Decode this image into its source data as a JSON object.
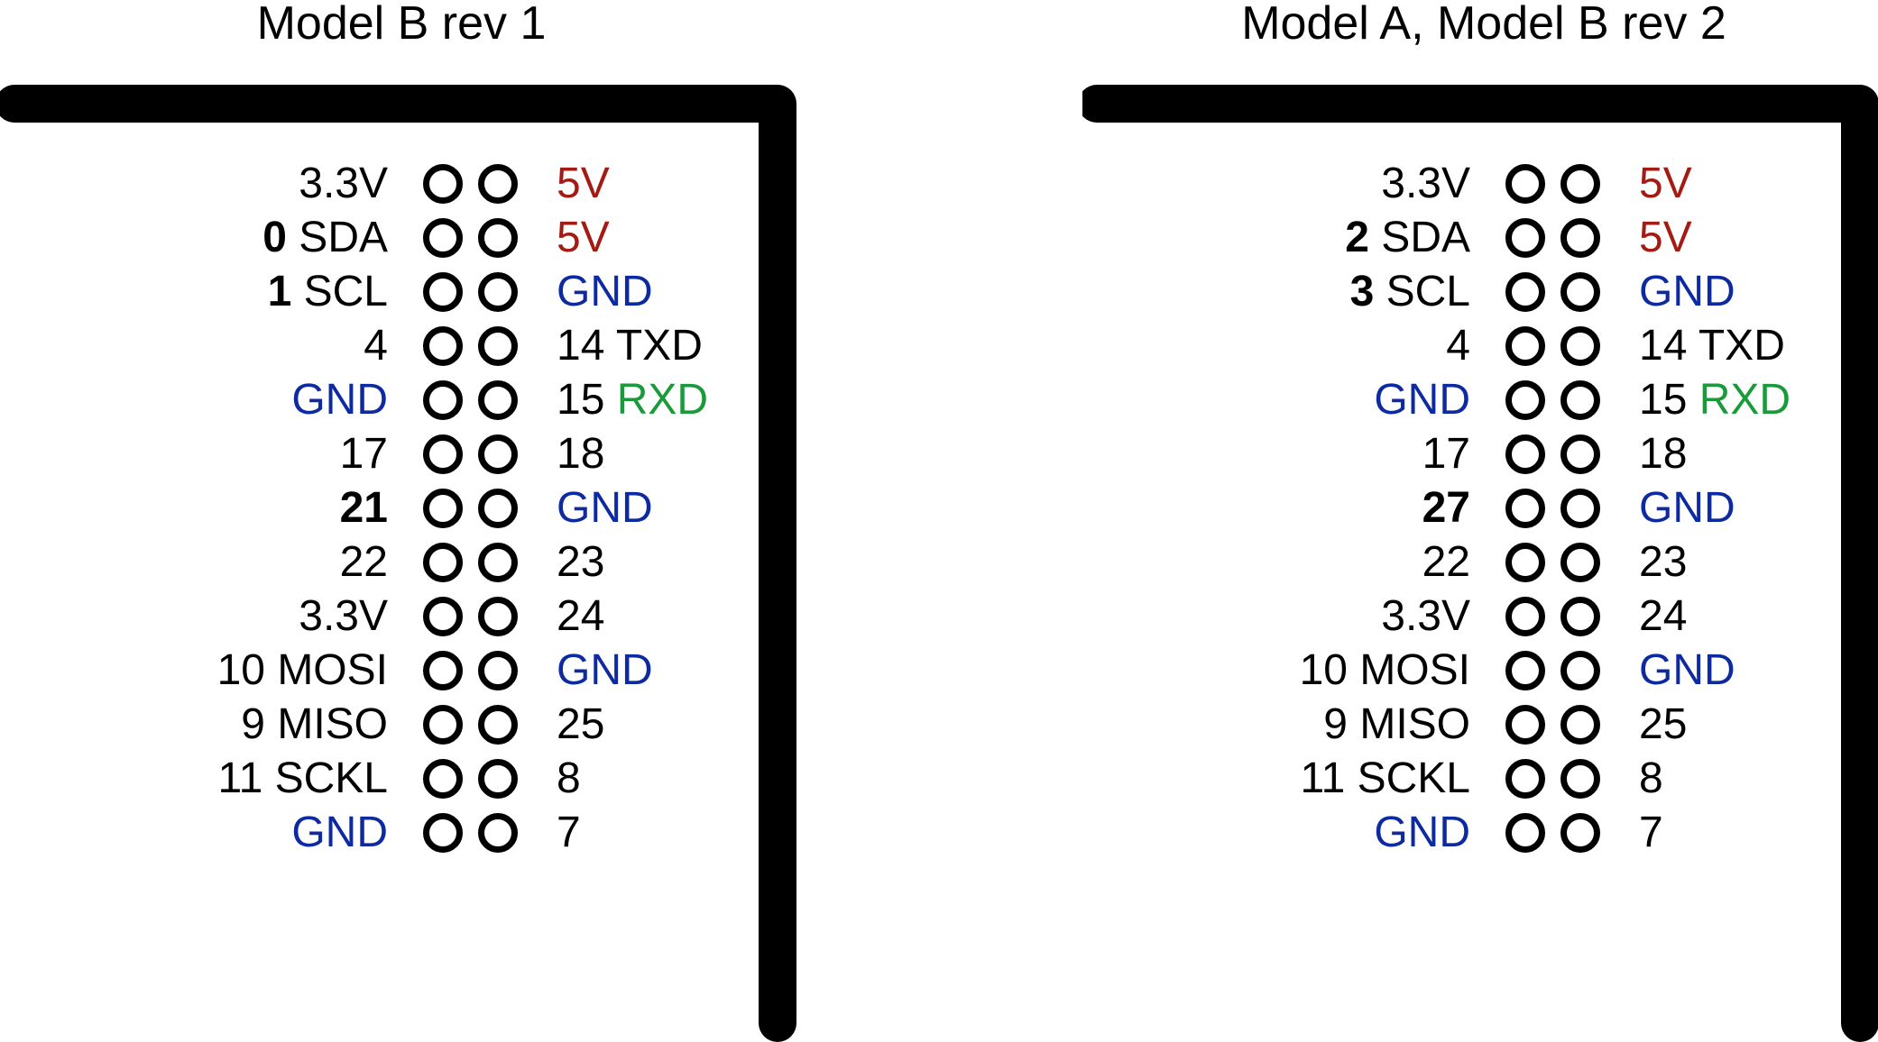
{
  "colors": {
    "default": "#000000",
    "power5v": "#a31b13",
    "gnd": "#0e2aa1",
    "rxd": "#1a9a3a"
  },
  "panels": [
    {
      "title": "Model B rev 1",
      "rows": [
        {
          "left": [
            {
              "t": "3.3V"
            }
          ],
          "right": [
            {
              "t": "5V",
              "c": "power5v"
            }
          ]
        },
        {
          "left": [
            {
              "t": "0",
              "b": true
            },
            {
              "t": " SDA"
            }
          ],
          "right": [
            {
              "t": "5V",
              "c": "power5v"
            }
          ]
        },
        {
          "left": [
            {
              "t": "1",
              "b": true
            },
            {
              "t": " SCL"
            }
          ],
          "right": [
            {
              "t": "GND",
              "c": "gnd"
            }
          ]
        },
        {
          "left": [
            {
              "t": "4"
            }
          ],
          "right": [
            {
              "t": "14 TXD"
            }
          ]
        },
        {
          "left": [
            {
              "t": "GND",
              "c": "gnd"
            }
          ],
          "right": [
            {
              "t": "15 "
            },
            {
              "t": "RXD",
              "c": "rxd"
            }
          ]
        },
        {
          "left": [
            {
              "t": "17"
            }
          ],
          "right": [
            {
              "t": "18"
            }
          ]
        },
        {
          "left": [
            {
              "t": "21",
              "b": true
            }
          ],
          "right": [
            {
              "t": "GND",
              "c": "gnd"
            }
          ]
        },
        {
          "left": [
            {
              "t": "22"
            }
          ],
          "right": [
            {
              "t": "23"
            }
          ]
        },
        {
          "left": [
            {
              "t": "3.3V"
            }
          ],
          "right": [
            {
              "t": "24"
            }
          ]
        },
        {
          "left": [
            {
              "t": "10 MOSI"
            }
          ],
          "right": [
            {
              "t": "GND",
              "c": "gnd"
            }
          ]
        },
        {
          "left": [
            {
              "t": "9 MISO"
            }
          ],
          "right": [
            {
              "t": "25"
            }
          ]
        },
        {
          "left": [
            {
              "t": "11 SCKL"
            }
          ],
          "right": [
            {
              "t": "8"
            }
          ]
        },
        {
          "left": [
            {
              "t": "GND",
              "c": "gnd"
            }
          ],
          "right": [
            {
              "t": "7"
            }
          ]
        }
      ]
    },
    {
      "title": "Model A, Model B rev 2",
      "rows": [
        {
          "left": [
            {
              "t": "3.3V"
            }
          ],
          "right": [
            {
              "t": "5V",
              "c": "power5v"
            }
          ]
        },
        {
          "left": [
            {
              "t": "2",
              "b": true
            },
            {
              "t": " SDA"
            }
          ],
          "right": [
            {
              "t": "5V",
              "c": "power5v"
            }
          ]
        },
        {
          "left": [
            {
              "t": "3",
              "b": true
            },
            {
              "t": " SCL"
            }
          ],
          "right": [
            {
              "t": "GND",
              "c": "gnd"
            }
          ]
        },
        {
          "left": [
            {
              "t": "4"
            }
          ],
          "right": [
            {
              "t": "14 TXD"
            }
          ]
        },
        {
          "left": [
            {
              "t": "GND",
              "c": "gnd"
            }
          ],
          "right": [
            {
              "t": "15 "
            },
            {
              "t": "RXD",
              "c": "rxd"
            }
          ]
        },
        {
          "left": [
            {
              "t": "17"
            }
          ],
          "right": [
            {
              "t": "18"
            }
          ]
        },
        {
          "left": [
            {
              "t": "27",
              "b": true
            }
          ],
          "right": [
            {
              "t": "GND",
              "c": "gnd"
            }
          ]
        },
        {
          "left": [
            {
              "t": "22"
            }
          ],
          "right": [
            {
              "t": "23"
            }
          ]
        },
        {
          "left": [
            {
              "t": "3.3V"
            }
          ],
          "right": [
            {
              "t": "24"
            }
          ]
        },
        {
          "left": [
            {
              "t": "10 MOSI"
            }
          ],
          "right": [
            {
              "t": "GND",
              "c": "gnd"
            }
          ]
        },
        {
          "left": [
            {
              "t": "9 MISO"
            }
          ],
          "right": [
            {
              "t": "25"
            }
          ]
        },
        {
          "left": [
            {
              "t": "11 SCKL"
            }
          ],
          "right": [
            {
              "t": "8"
            }
          ]
        },
        {
          "left": [
            {
              "t": "GND",
              "c": "gnd"
            }
          ],
          "right": [
            {
              "t": "7"
            }
          ]
        }
      ]
    }
  ]
}
